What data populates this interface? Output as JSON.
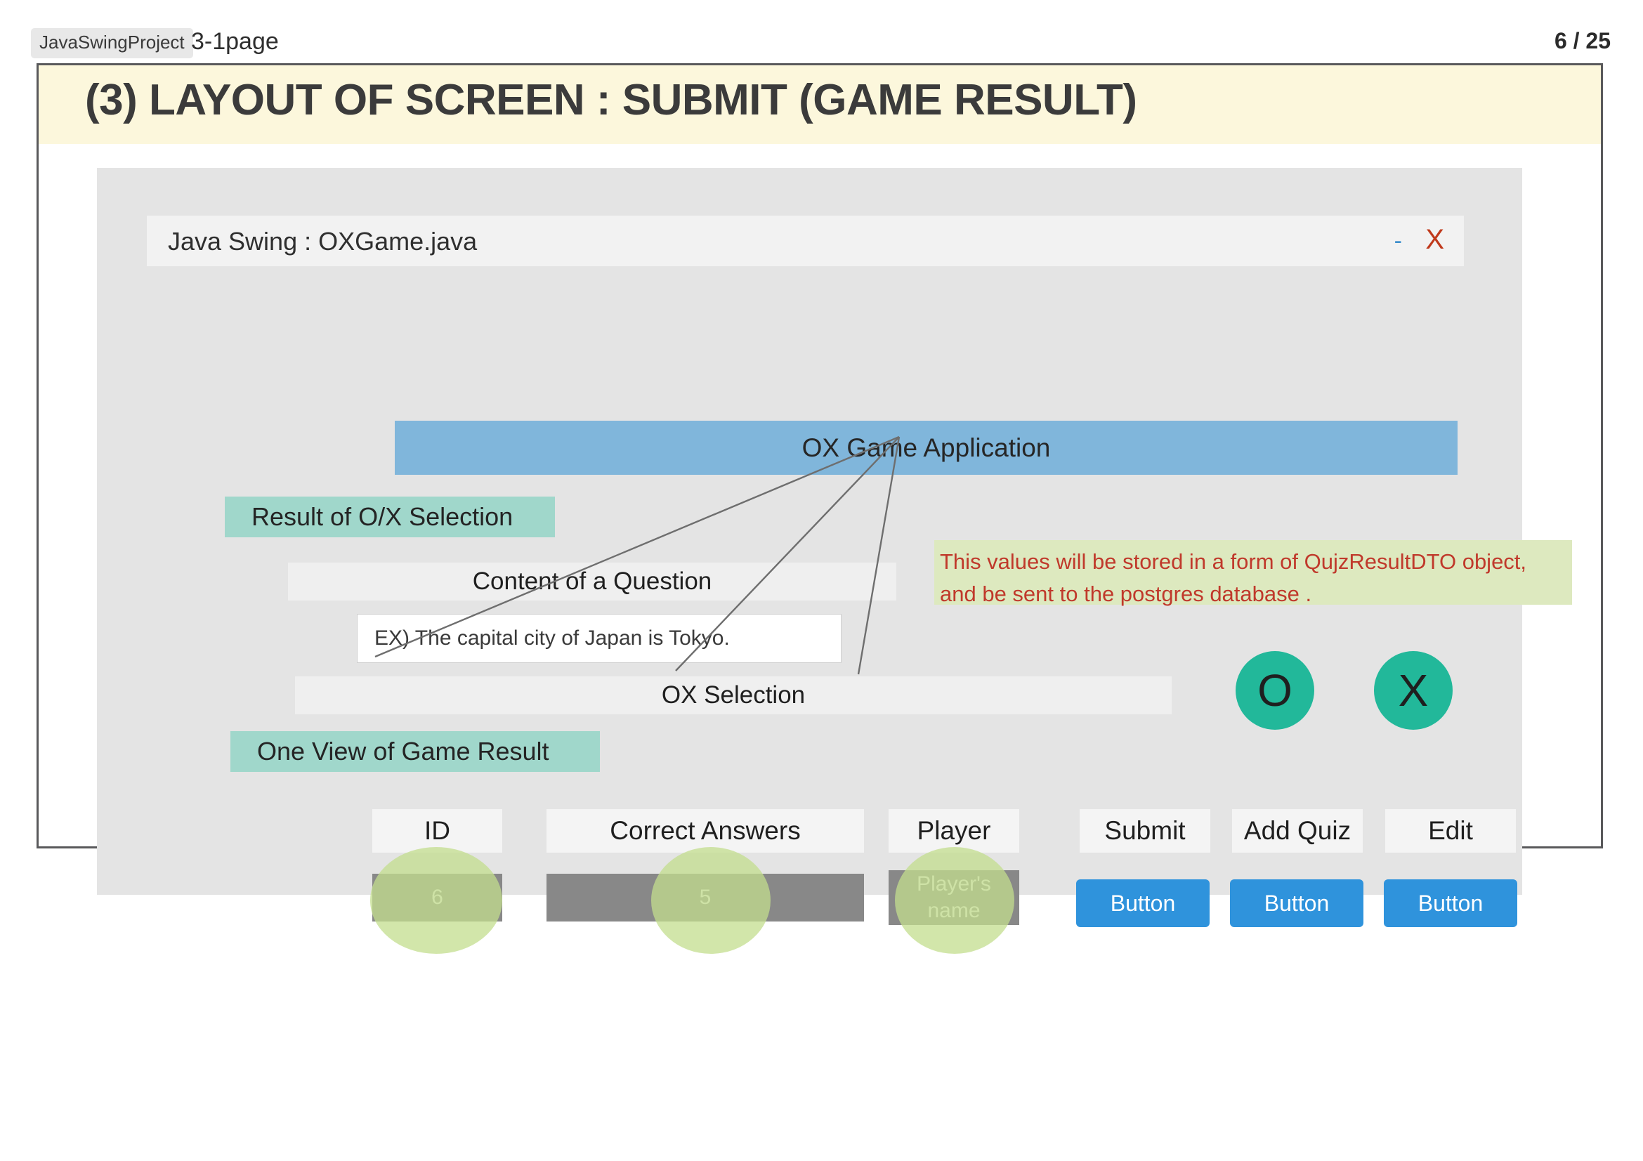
{
  "topbar": {
    "project_tag": "JavaSwingProject",
    "page_label": "3-1page",
    "page_count": "6 / 25"
  },
  "slide": {
    "title": "(3) LAYOUT OF SCREEN : SUBMIT (GAME RESULT)"
  },
  "mock_window": {
    "title": "Java Swing : OXGame.java",
    "minimize_glyph": "-",
    "close_glyph": "X"
  },
  "app": {
    "header": "OX Game Application",
    "section_labels": {
      "result_selection": "Result of O/X Selection",
      "one_view": "One View of Game Result"
    },
    "question": {
      "header_bar": "Content of a Question",
      "input_value": "EX) The capital city of Japan is Tokyo."
    },
    "ox_selection": {
      "header_bar": "OX Selection",
      "option_o": "O",
      "option_x": "X"
    },
    "result_table": {
      "headers": [
        "ID",
        "Correct Answers",
        "Player"
      ],
      "values": [
        "6",
        "5",
        "Player's\nname"
      ],
      "player_value_line1": "Player's",
      "player_value_line2": "name"
    },
    "actions": [
      {
        "label": "Submit",
        "button_label": "Button"
      },
      {
        "label": "Add Quiz",
        "button_label": "Button"
      },
      {
        "label": "Edit",
        "button_label": "Button"
      }
    ]
  },
  "annotation": {
    "line1": "This values will be stored in a form of QujzResultDTO object,",
    "line2": "and be sent to the postgres database ."
  },
  "colors": {
    "title_band": "#fcf7dc",
    "panel": "#e4e4e4",
    "app_header_blue": "#80b6db",
    "teal_label": "#a0d7cb",
    "annotation_bg": "#dde9bf",
    "annotation_text": "#c0392b",
    "ox_circle_green": "#22b89a",
    "highlight_green": "#c3dd8e",
    "value_gray": "#888888",
    "button_blue": "#2f93dc",
    "close_red": "#c0391b",
    "minimize_blue": "#3d8fcc"
  }
}
